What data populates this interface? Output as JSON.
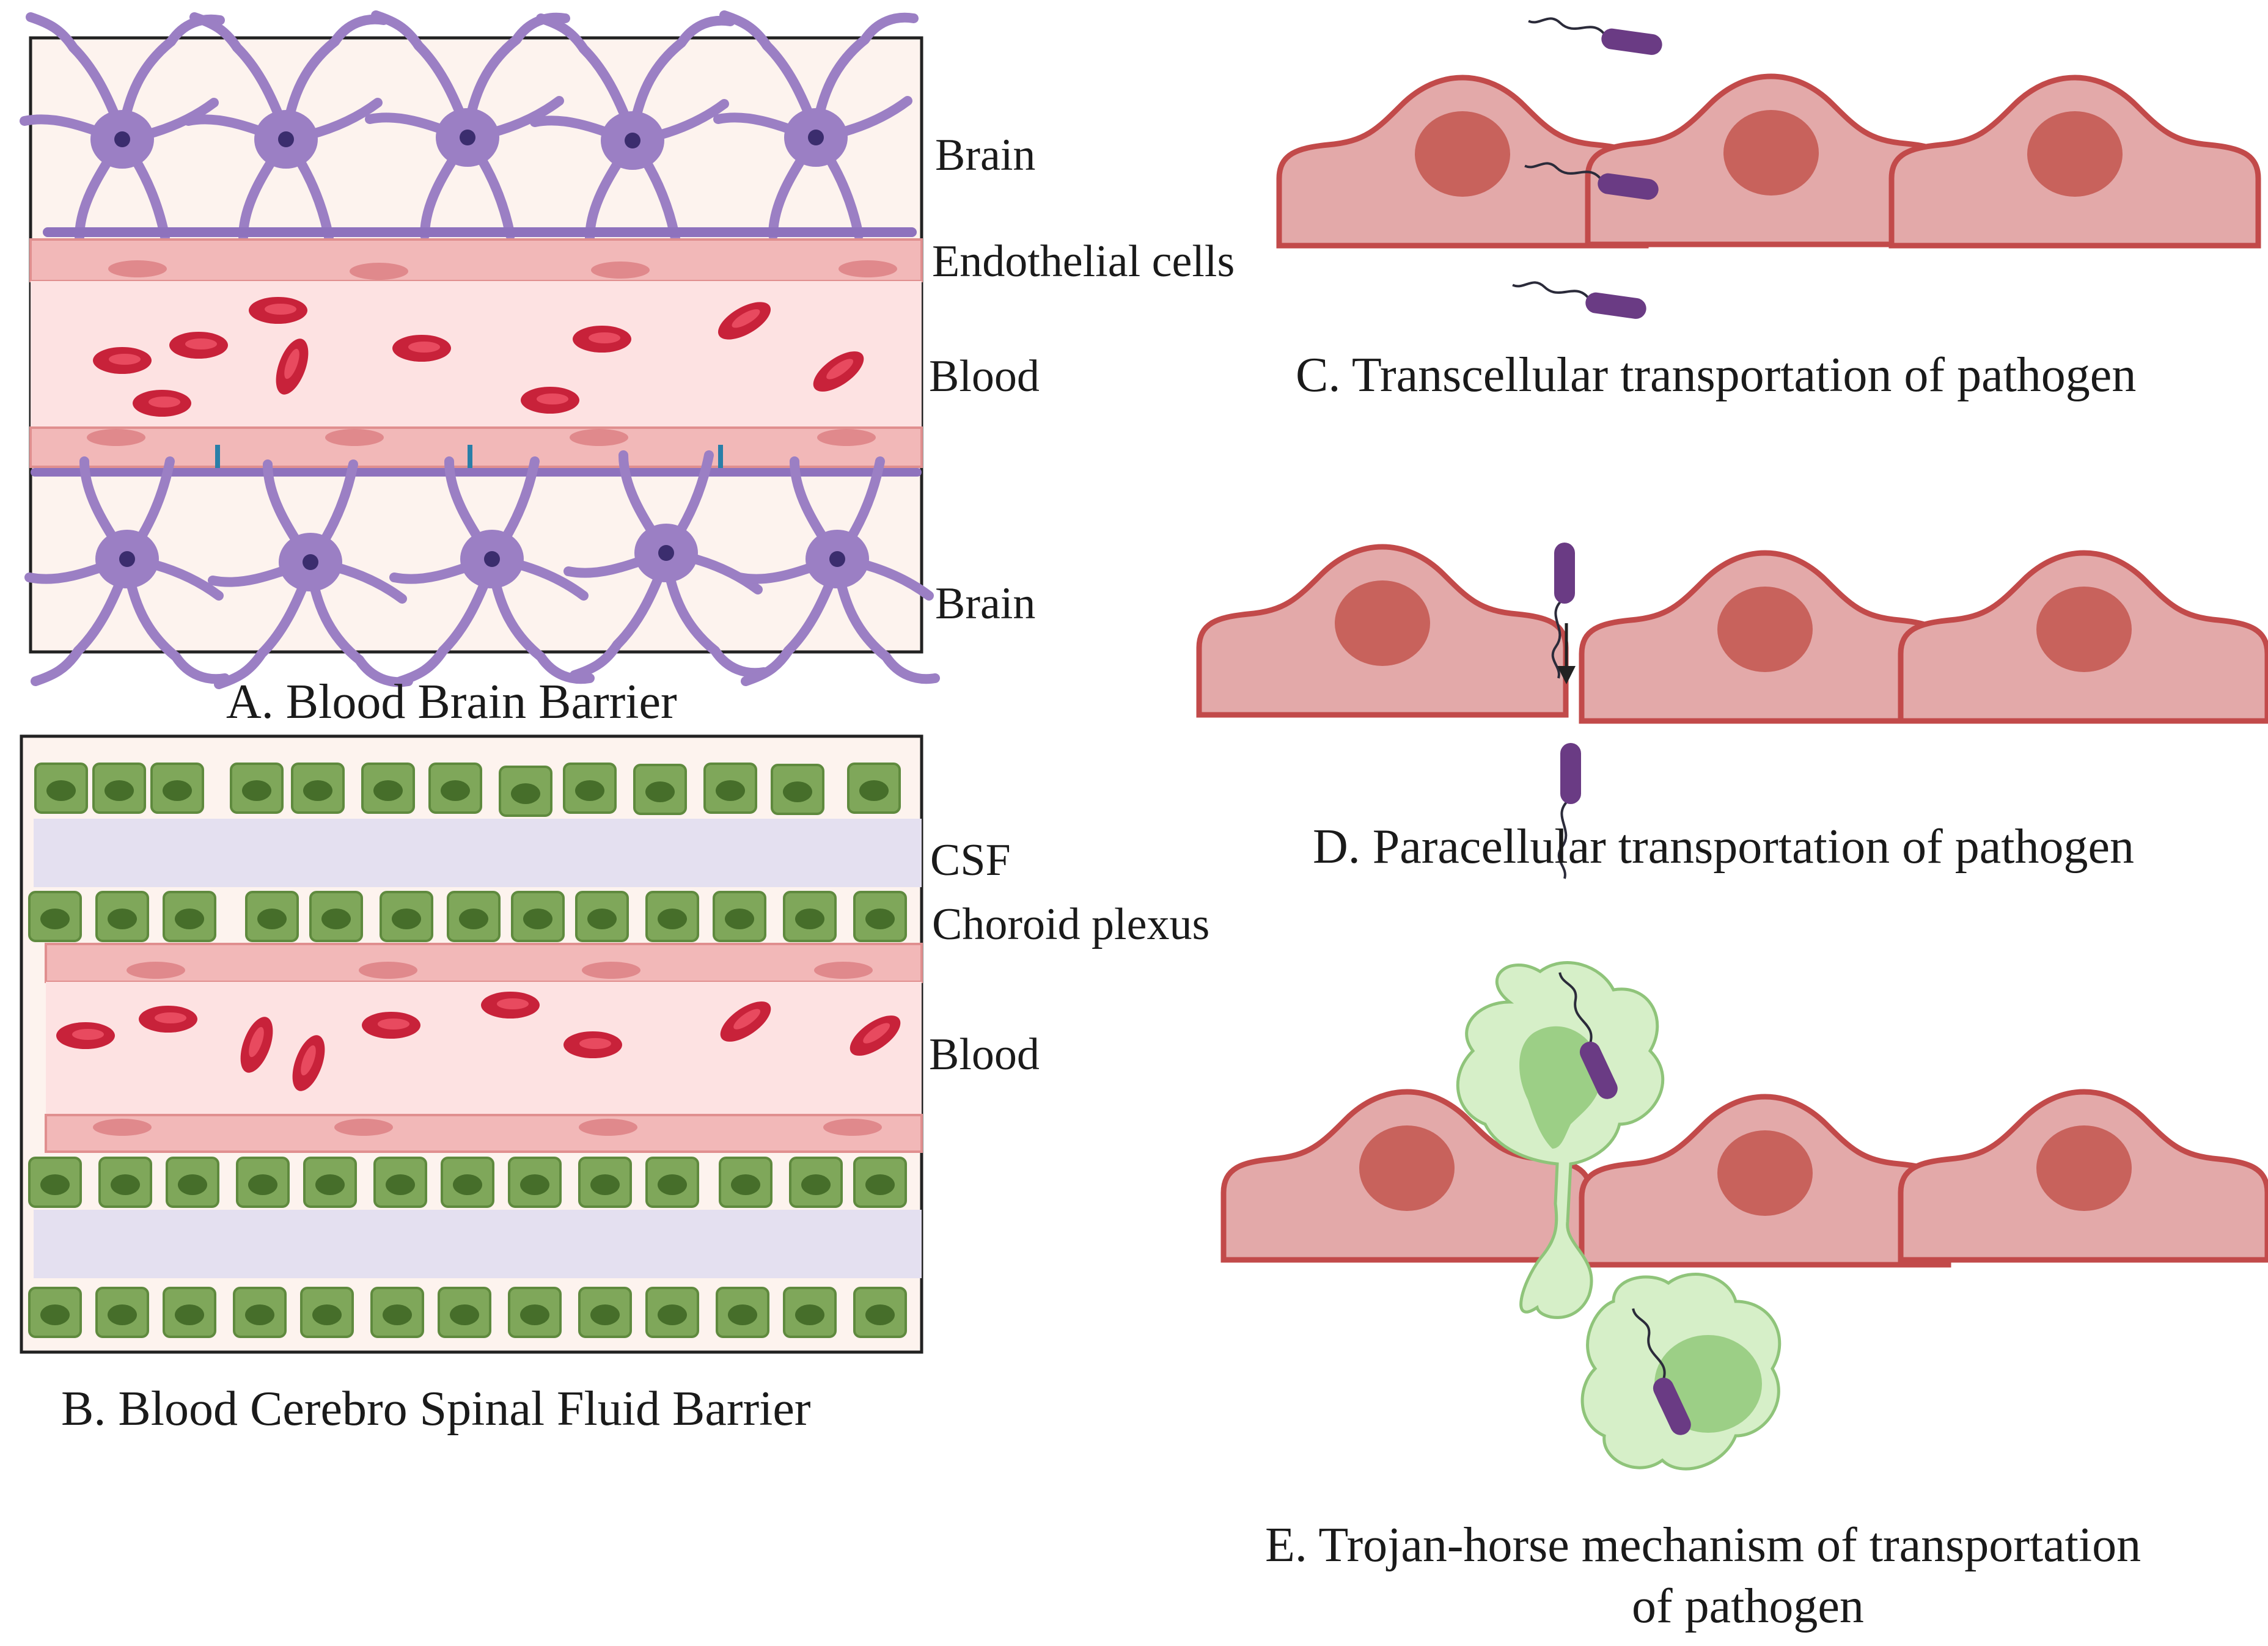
{
  "panels": {
    "a": {
      "caption": "A. Blood Brain Barrier",
      "labels": {
        "brain_top": "Brain",
        "endothelial": "Endothelial cells",
        "blood": "Blood",
        "brain_bottom": "Brain"
      }
    },
    "b": {
      "caption": "B. Blood Cerebro Spinal Fluid Barrier",
      "labels": {
        "csf": "CSF",
        "choroid": "Choroid plexus",
        "blood": "Blood"
      }
    },
    "c": {
      "caption": "C. Transcellular transportation of pathogen"
    },
    "d": {
      "caption": "D. Paracellular transportation of pathogen"
    },
    "e": {
      "caption_line1": "E. Trojan-horse mechanism of  transportation",
      "caption_line2": "of pathogen"
    }
  },
  "colors": {
    "brain_bg": "#fdf3ee",
    "astrocyte": "#9b7fc4",
    "endothelium": "#f2b8b8",
    "blood_bg": "#fde2e2",
    "rbc": "#c8223a",
    "csf": "#e4e0f0",
    "choroid": "#7fa75a",
    "epithelial_cell": "#e3a9a9",
    "nucleus": "#c8625c",
    "bacterium": "#6a3b84",
    "macrophage": "#d6efc8",
    "tight_junction": "#2a7fa8"
  }
}
